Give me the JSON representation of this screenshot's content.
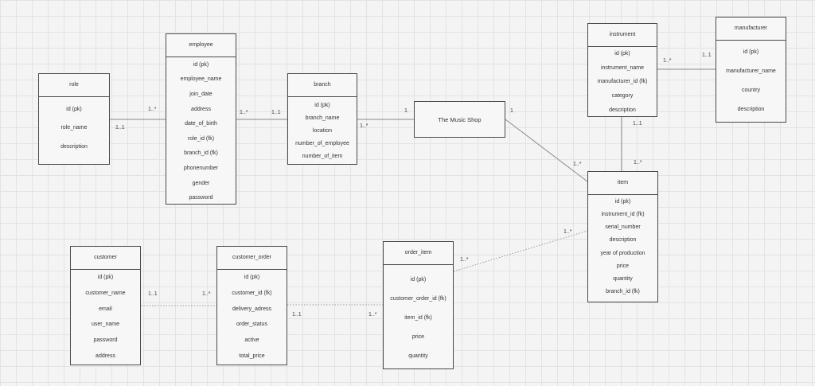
{
  "entities": {
    "role": {
      "title": "role",
      "fields": [
        "id (pk)",
        "role_name",
        "description"
      ]
    },
    "employee": {
      "title": "employee",
      "fields": [
        "id (pk)",
        "employee_name",
        "join_date",
        "address",
        "date_of_birth",
        "role_id (fk)",
        "branch_id (fk)",
        "phonenumber",
        "gender",
        "password"
      ]
    },
    "branch": {
      "title": "branch",
      "fields": [
        "id (pk)",
        "branch_name",
        "location",
        "number_of_employee",
        "number_of_item"
      ]
    },
    "music_shop": {
      "title": "The Music Shop"
    },
    "instrument": {
      "title": "instrument",
      "fields": [
        "id (pk)",
        "instrument_name",
        "manufacturer_id (fk)",
        "category",
        "description"
      ]
    },
    "manufacturer": {
      "title": "manufacturer",
      "fields": [
        "id (pk)",
        "manufacturer_name",
        "country",
        "description"
      ]
    },
    "item": {
      "title": "item",
      "fields": [
        "id (pk)",
        "instrument_id (fk)",
        "serial_number",
        "description",
        "year of production",
        "price",
        "quantity",
        "branch_id (fk)"
      ]
    },
    "customer": {
      "title": "customer",
      "fields": [
        "id (pk)",
        "customer_name",
        "email",
        "user_name",
        "password",
        "address"
      ]
    },
    "customer_order": {
      "title": "customer_order",
      "fields": [
        "id (pk)",
        "customer_id (fk)",
        "delivery_adress",
        "order_status",
        "active",
        "total_price"
      ]
    },
    "order_item": {
      "title": "order_item",
      "fields": [
        "id (pk)",
        "customer_order_id (fk)",
        "item_id (fk)",
        "price",
        "quantity"
      ]
    }
  },
  "relations": {
    "role_employee": {
      "from": "1..1",
      "to": "1..*"
    },
    "employee_branch": {
      "from": "1..*",
      "to": "1..1"
    },
    "branch_shop": {
      "from": "1..*",
      "to": "1"
    },
    "shop_item": {
      "from": "1",
      "to": "1..*"
    },
    "instrument_manufacturer": {
      "from": "1..*",
      "to": "1..1"
    },
    "instrument_item": {
      "from": "1..1",
      "to": "1..*"
    },
    "customer_order": {
      "from": "1..1",
      "to": "1..*"
    },
    "order_orderitem": {
      "from": "1..1",
      "to": "1..*"
    },
    "orderitem_item": {
      "from": "1..*",
      "to": "1..*"
    }
  },
  "colors": {
    "line": "#8a8a8a",
    "dotted_line": "#9a9a9a",
    "border": "#4a4a4a",
    "box_fill": "#f7f7f7",
    "canvas": "#f4f4f4",
    "grid": "#e3e3e3"
  }
}
